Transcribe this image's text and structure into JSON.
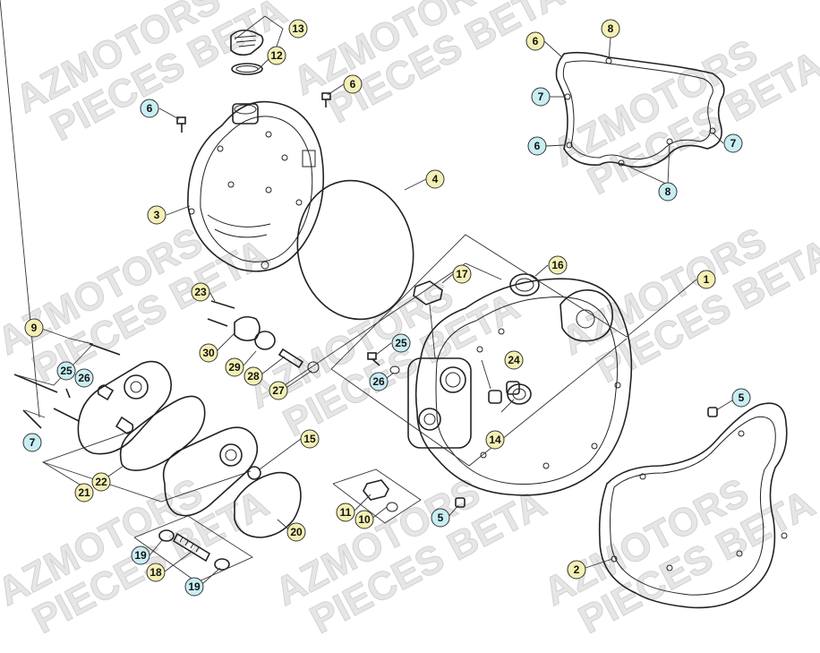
{
  "watermark": {
    "line1": "AZMOTORS",
    "line2": "PIECES BETA"
  },
  "colors": {
    "yellow_callout": "#f4f0b4",
    "blue_callout": "#c8eef3"
  },
  "callouts": [
    {
      "text": "13",
      "color": "yellow"
    },
    {
      "text": "12",
      "color": "yellow"
    },
    {
      "text": "6",
      "color": "yellow"
    },
    {
      "text": "6",
      "color": "blue"
    },
    {
      "text": "3",
      "color": "yellow"
    },
    {
      "text": "4",
      "color": "yellow"
    },
    {
      "text": "8",
      "color": "yellow"
    },
    {
      "text": "6",
      "color": "yellow"
    },
    {
      "text": "7",
      "color": "blue"
    },
    {
      "text": "6",
      "color": "blue"
    },
    {
      "text": "7",
      "color": "blue"
    },
    {
      "text": "8",
      "color": "blue"
    },
    {
      "text": "17",
      "color": "yellow"
    },
    {
      "text": "16",
      "color": "yellow"
    },
    {
      "text": "1",
      "color": "yellow"
    },
    {
      "text": "23",
      "color": "yellow"
    },
    {
      "text": "30",
      "color": "yellow"
    },
    {
      "text": "29",
      "color": "yellow"
    },
    {
      "text": "28",
      "color": "yellow"
    },
    {
      "text": "27",
      "color": "yellow"
    },
    {
      "text": "25",
      "color": "blue"
    },
    {
      "text": "26",
      "color": "blue"
    },
    {
      "text": "24",
      "color": "yellow"
    },
    {
      "text": "14",
      "color": "yellow"
    },
    {
      "text": "5",
      "color": "blue"
    },
    {
      "text": "9",
      "color": "yellow"
    },
    {
      "text": "25",
      "color": "blue"
    },
    {
      "text": "26",
      "color": "blue"
    },
    {
      "text": "7",
      "color": "blue"
    },
    {
      "text": "21",
      "color": "yellow"
    },
    {
      "text": "22",
      "color": "yellow"
    },
    {
      "text": "15",
      "color": "yellow"
    },
    {
      "text": "20",
      "color": "yellow"
    },
    {
      "text": "11",
      "color": "yellow"
    },
    {
      "text": "10",
      "color": "yellow"
    },
    {
      "text": "5",
      "color": "blue"
    },
    {
      "text": "19",
      "color": "blue"
    },
    {
      "text": "18",
      "color": "yellow"
    },
    {
      "text": "19",
      "color": "blue"
    },
    {
      "text": "2",
      "color": "yellow"
    }
  ]
}
